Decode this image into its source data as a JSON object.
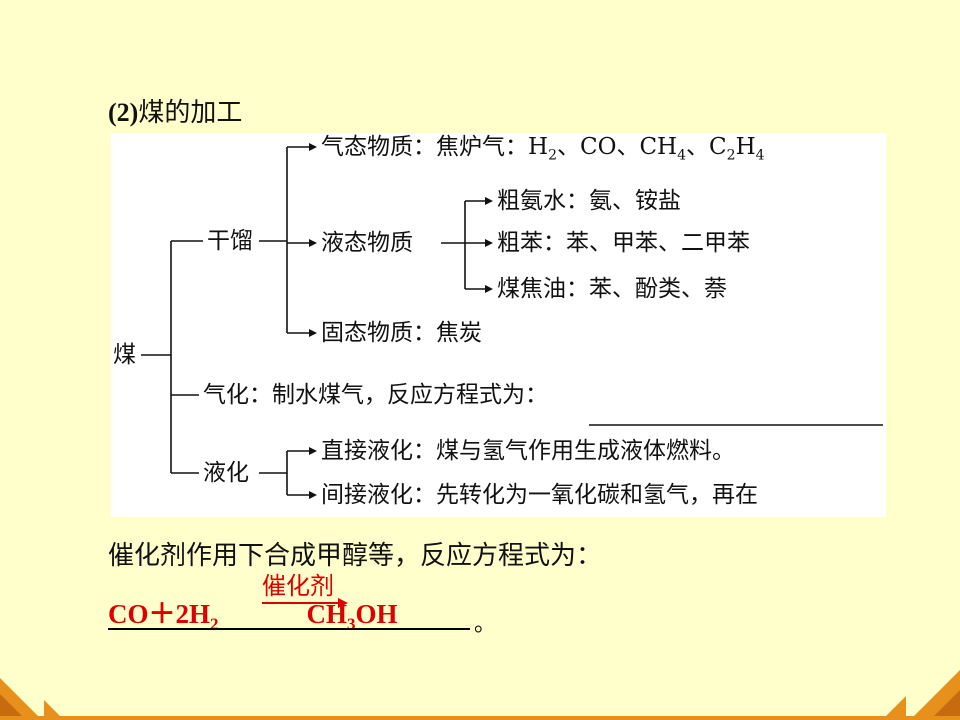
{
  "heading": {
    "num": "(2)",
    "text": "煤的加工"
  },
  "tree": {
    "root": "煤",
    "dry": {
      "label": "干馏",
      "gas": {
        "label": "气态物质：焦炉气：",
        "h": "H",
        "h2": "2",
        "co": "、CO、CH",
        "ch4": "4",
        "c2": "、C",
        "c2n": "2",
        "hh": "H",
        "h4": "4"
      },
      "liquid": {
        "label": "液态物质",
        "items": [
          "粗氨水：氨、铵盐",
          "粗苯：苯、甲苯、二甲苯",
          "煤焦油：苯、酚类、萘"
        ]
      },
      "solid": "固态物质：焦炭"
    },
    "gasify": "气化：制水煤气，反应方程式为：",
    "liquefy": {
      "label": "液化",
      "direct": "直接液化：煤与氢气作用生成液体燃料。",
      "indirect": "间接液化：先转化为一氧化碳和氢气，再在"
    }
  },
  "continuation": "催化剂作用下合成甲醇等，反应方程式为：",
  "equation": {
    "lhs_a": "CO＋2H",
    "lhs_sub": "2",
    "condition": "催化剂",
    "rhs_a": "CH",
    "rhs_sub": "3",
    "rhs_b": "OH",
    "end": "。"
  },
  "colors": {
    "background": "#ffffcc",
    "answer": "#dd0000",
    "decoration": "#e8901c"
  }
}
